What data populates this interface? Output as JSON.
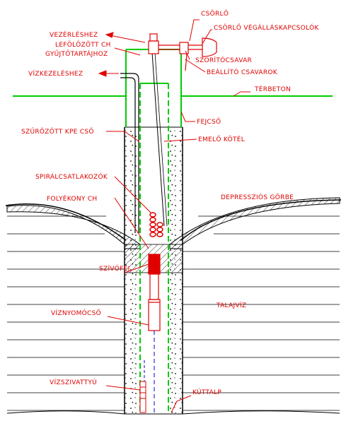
{
  "labels": {
    "csorlo": "CSÖRLŐ",
    "csorlo_vegallas": "CSÖRLŐ VÉGÁLLÁSKAPCSOLÓK",
    "vezerleshez": "VEZÉRLÉSHEZ",
    "lefolozott_ch_1": "LEFÖLÖZÖTT CH",
    "lefolozott_ch_2": "GYŰJTŐTARTÁJHOZ",
    "szoritocsavar": "SZORÍTÓCSAVAR",
    "vizkezeleshez": "VÍZKEZELÉSHEZ",
    "beallito": "BEÁLLÍTÓ CSAVAROK",
    "terbeton": "TÉRBETON",
    "fejcso": "FEJCSŐ",
    "szurozott": "SZŰRÖZÖTT KPE CSŐ",
    "emelo": "EMELŐ KÖTÉL",
    "spiral": "SPIRÁLCSATLAKOZÓK",
    "folyekony": "FOLYÉKONY CH",
    "depresszios": "DEPRESSZIÓS GÖRBE",
    "szivofej": "SZÍVÓFEJ",
    "talajviz": "TALAJVÍZ",
    "viznyomocso": "VÍZNYOMÓCSŐ",
    "vizszivattyu": "VÍZSZIVATTYÚ",
    "kuttalp": "KÚTTALP"
  },
  "colors": {
    "red": "#e00000",
    "green": "#00cc00",
    "black": "#000000",
    "blue": "#0000dd"
  }
}
